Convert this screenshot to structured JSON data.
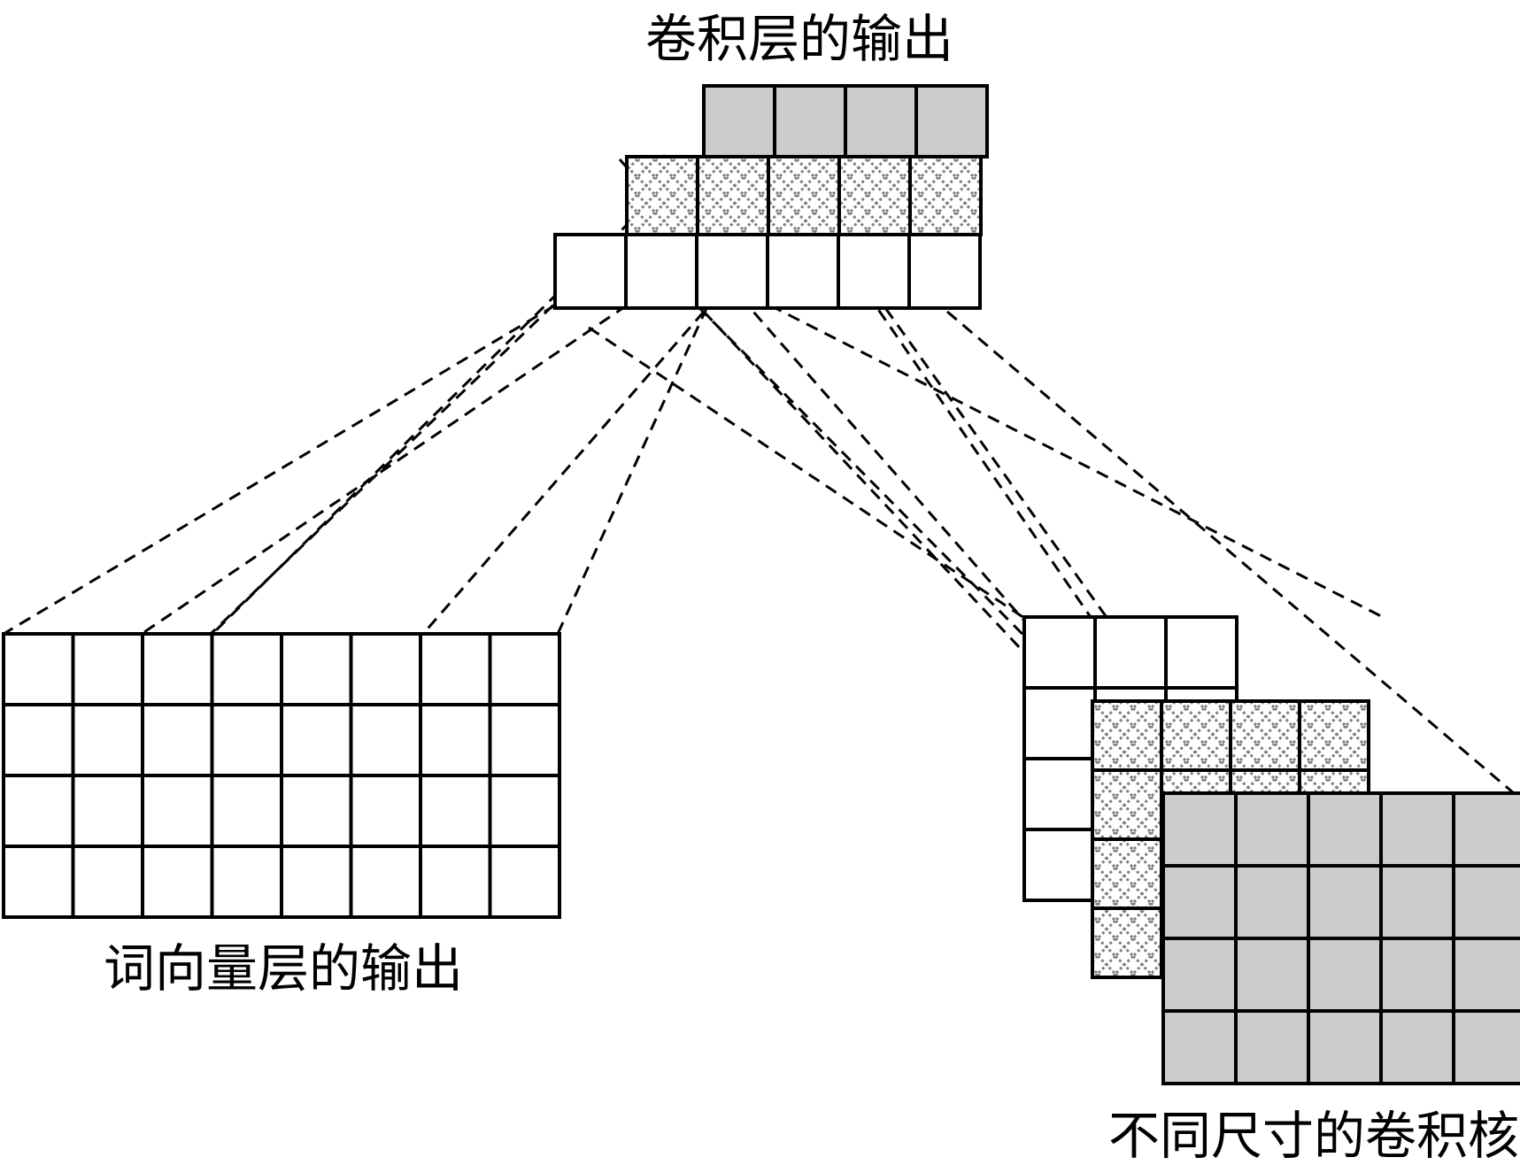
{
  "labels": {
    "conv_output": "卷积层的输出",
    "word_vector_output": "词向量层的输出",
    "kernels": "不同尺寸的卷积核"
  },
  "colors": {
    "line": "#000000",
    "gray_fill": "#cccccc",
    "hatch": "#808080",
    "white": "#ffffff"
  },
  "structure": {
    "conv_output_rows": [
      {
        "cols": 4,
        "fill": "gray"
      },
      {
        "cols": 5,
        "fill": "hatch"
      },
      {
        "cols": 6,
        "fill": "white"
      }
    ],
    "word_vector_grid": {
      "rows": 4,
      "cols": 8
    },
    "kernels": [
      {
        "rows": 4,
        "cols": 3,
        "fill": "white"
      },
      {
        "rows": 4,
        "cols": 4,
        "fill": "hatch"
      },
      {
        "rows": 4,
        "cols": 5,
        "fill": "gray"
      }
    ]
  }
}
